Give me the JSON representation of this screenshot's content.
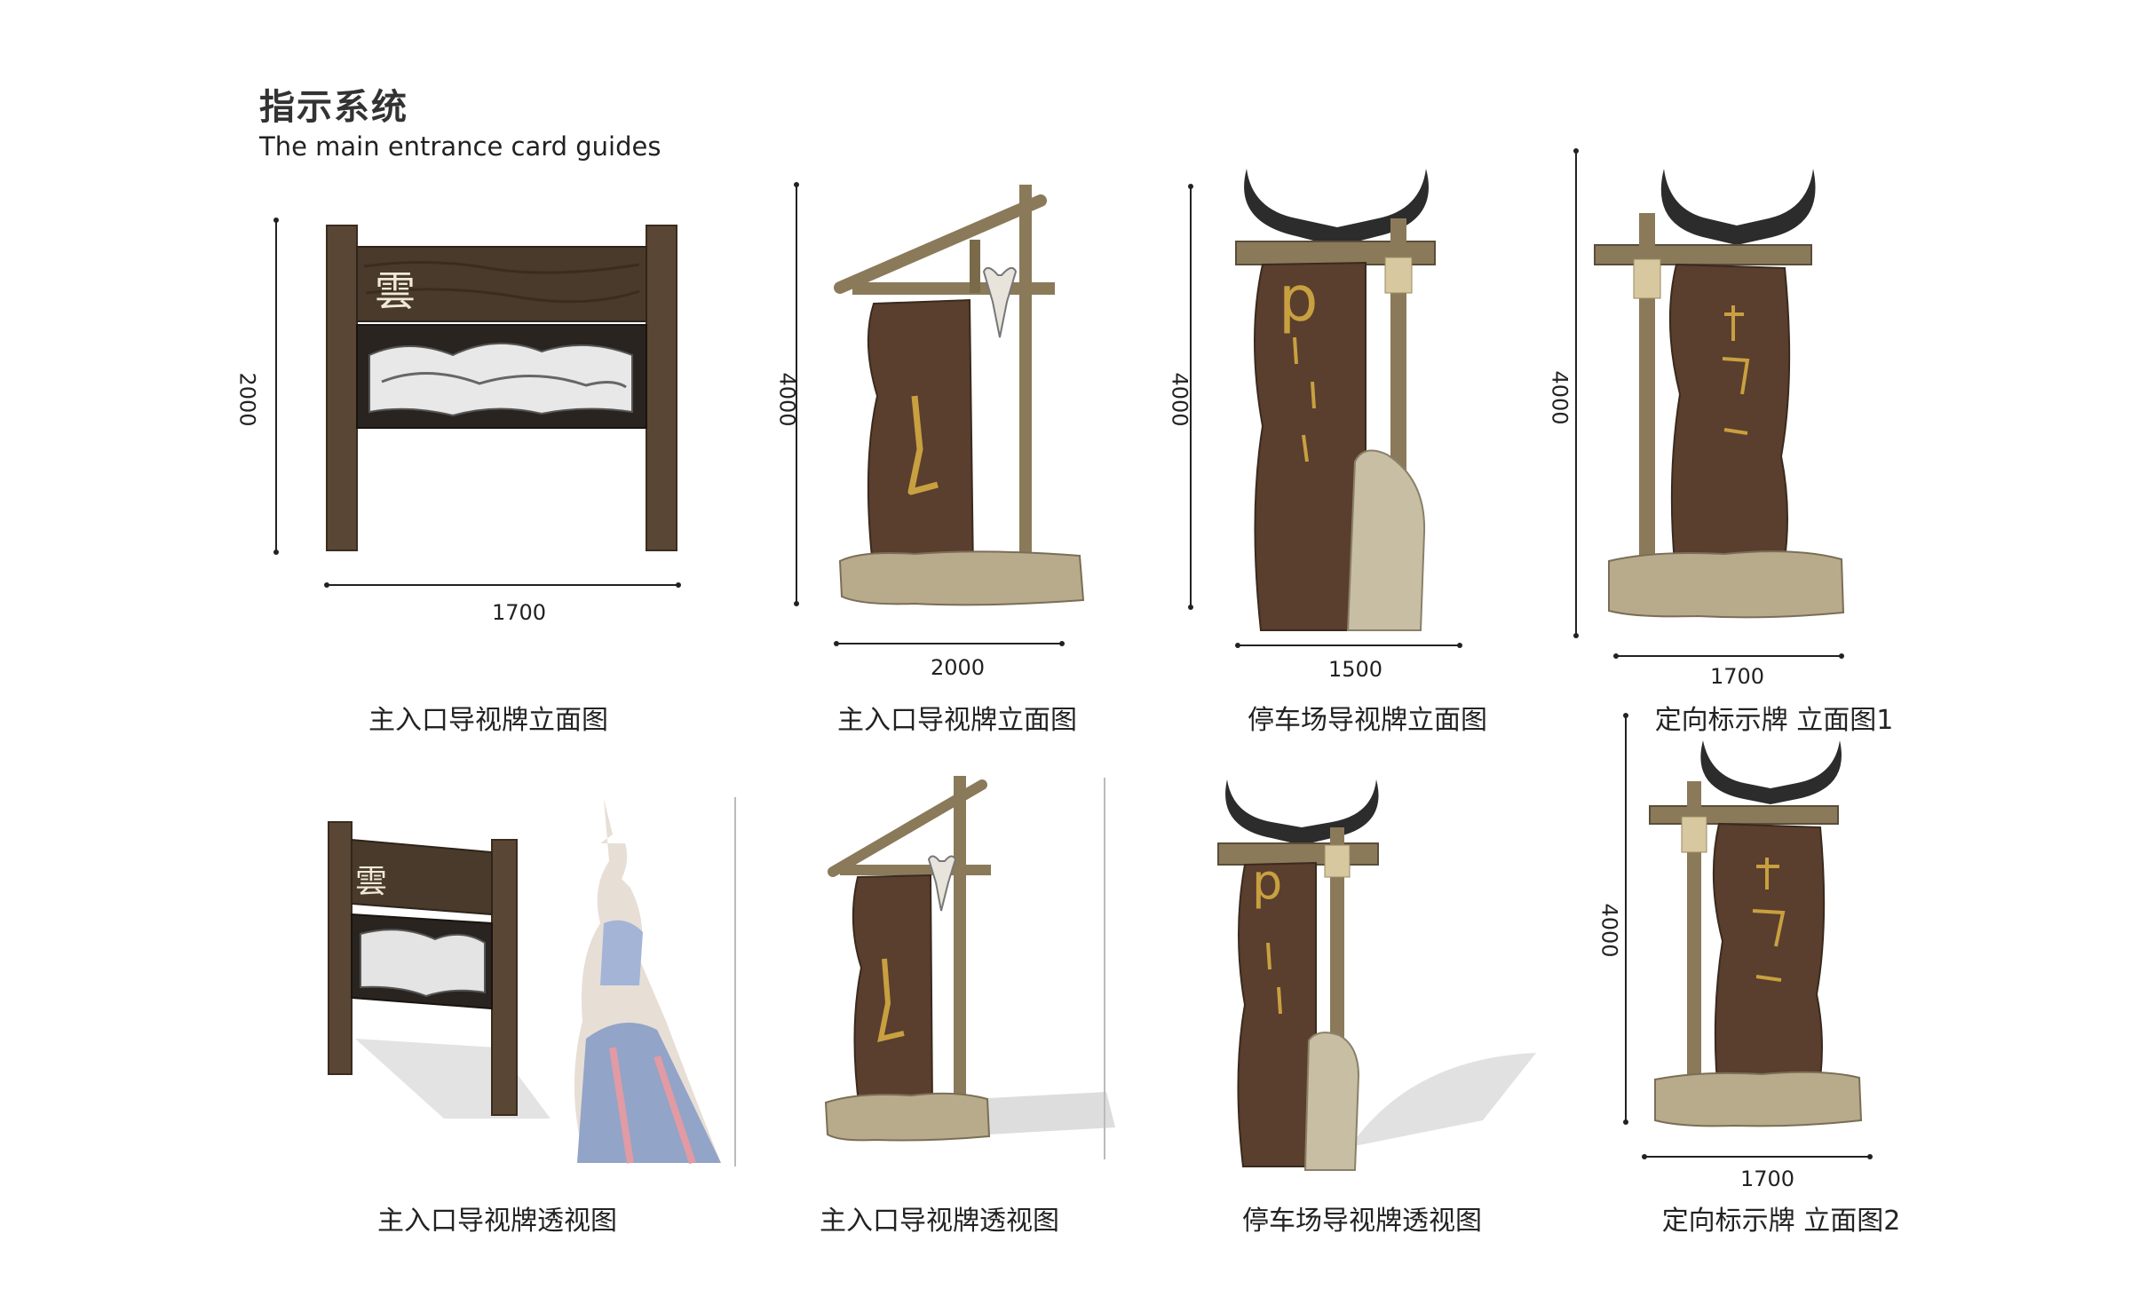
{
  "header": {
    "title": "指示系统",
    "subtitle": "The main entrance card  guides"
  },
  "figures": {
    "f1": {
      "caption": "主入口导视牌立面图",
      "width": "1700",
      "height": "2000",
      "glyph": "雲"
    },
    "f2": {
      "caption": "主入口导视牌立面图",
      "width": "2000",
      "height": "4000"
    },
    "f3": {
      "caption": "停车场导视牌立面图",
      "width": "1500",
      "height": "4000",
      "glyph": "p"
    },
    "f4": {
      "caption": "定向标示牌 立面图1",
      "width": "1700",
      "height": "4000"
    },
    "f5": {
      "caption": "主入口导视牌透视图",
      "glyph": "雲"
    },
    "f6": {
      "caption": "主入口导视牌透视图"
    },
    "f7": {
      "caption": "停车场导视牌透视图",
      "glyph": "p"
    },
    "f8": {
      "caption": "定向标示牌 立面图2",
      "width": "1700",
      "height": "4000"
    }
  },
  "colors": {
    "wood_dark": "#4a3a2c",
    "wood_mid": "#6b4e3a",
    "wood_light": "#8a7a5a",
    "stone": "#b8ab8c",
    "horn": "#2c2c2c",
    "gold": "#c8a040",
    "rope": "#d8c8a0"
  }
}
